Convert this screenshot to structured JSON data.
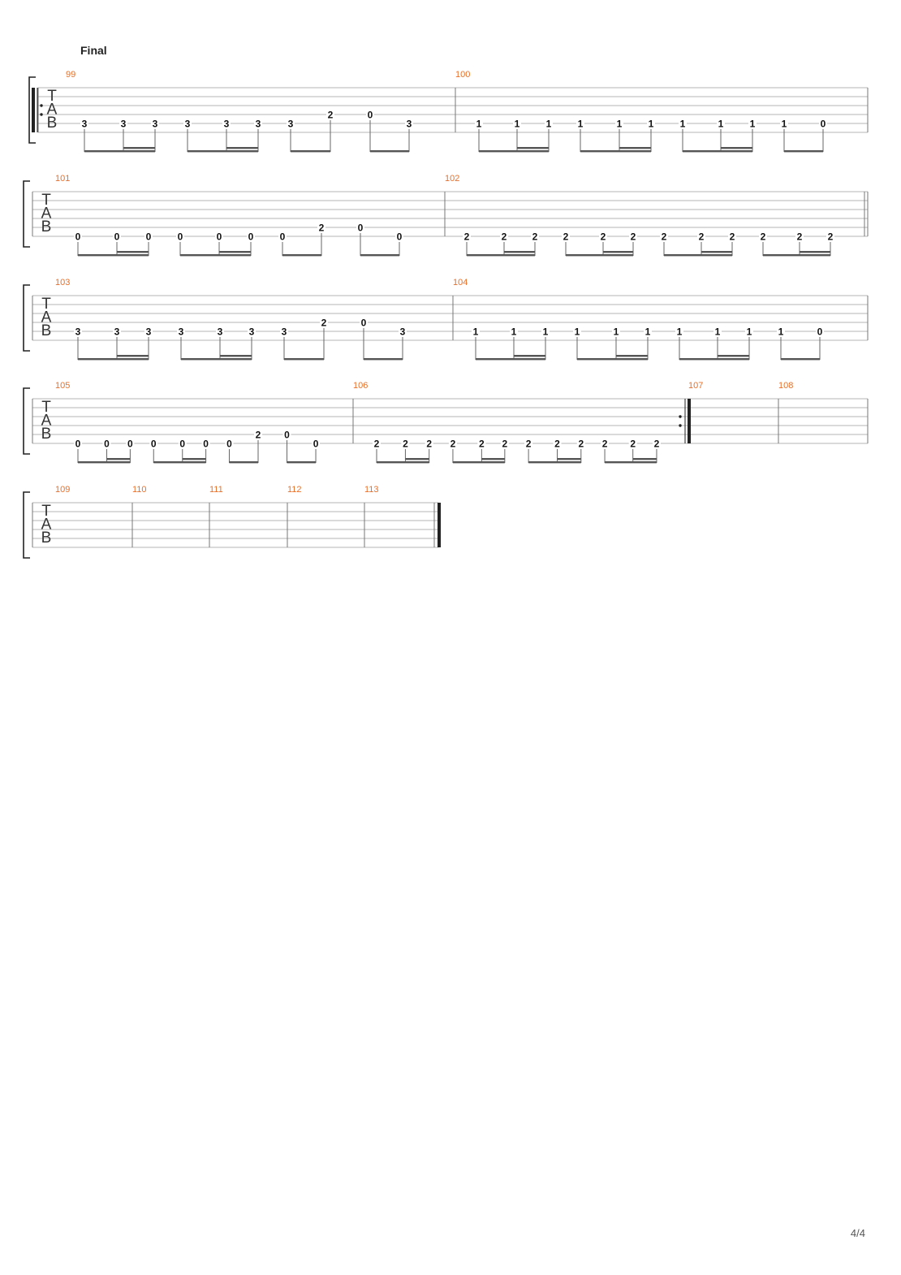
{
  "section_label": "Final",
  "tab_clef": [
    "T",
    "A",
    "B"
  ],
  "page_number": "4/4",
  "colors": {
    "bar_number": "#e8702a",
    "staff_line": "#b4b4b4",
    "notation": "#222222"
  },
  "systems": [
    {
      "repeat_start": true,
      "measures": [
        {
          "number": "99",
          "notes": [
            {
              "string": 5,
              "fret": "3"
            },
            {
              "string": 5,
              "fret": "3"
            },
            {
              "string": 5,
              "fret": "3"
            },
            {
              "string": 5,
              "fret": "3"
            },
            {
              "string": 5,
              "fret": "3"
            },
            {
              "string": 5,
              "fret": "3"
            },
            {
              "string": 5,
              "fret": "3"
            },
            {
              "string": 4,
              "fret": "2"
            },
            {
              "string": 4,
              "fret": "0"
            },
            {
              "string": 5,
              "fret": "3"
            }
          ],
          "beams": [
            [
              0,
              2,
              1
            ],
            [
              3,
              5,
              4
            ],
            [
              6,
              7,
              null
            ],
            [
              8,
              9,
              null
            ]
          ]
        },
        {
          "number": "100",
          "notes": [
            {
              "string": 5,
              "fret": "1"
            },
            {
              "string": 5,
              "fret": "1"
            },
            {
              "string": 5,
              "fret": "1"
            },
            {
              "string": 5,
              "fret": "1"
            },
            {
              "string": 5,
              "fret": "1"
            },
            {
              "string": 5,
              "fret": "1"
            },
            {
              "string": 5,
              "fret": "1"
            },
            {
              "string": 5,
              "fret": "1"
            },
            {
              "string": 5,
              "fret": "1"
            },
            {
              "string": 5,
              "fret": "1"
            },
            {
              "string": 5,
              "fret": "0"
            }
          ],
          "beams": [
            [
              0,
              2,
              1
            ],
            [
              3,
              5,
              4
            ],
            [
              6,
              8,
              7
            ],
            [
              9,
              10,
              null
            ]
          ]
        }
      ]
    },
    {
      "measures": [
        {
          "number": "101",
          "notes": [
            {
              "string": 6,
              "fret": "0"
            },
            {
              "string": 6,
              "fret": "0"
            },
            {
              "string": 6,
              "fret": "0"
            },
            {
              "string": 6,
              "fret": "0"
            },
            {
              "string": 6,
              "fret": "0"
            },
            {
              "string": 6,
              "fret": "0"
            },
            {
              "string": 6,
              "fret": "0"
            },
            {
              "string": 5,
              "fret": "2"
            },
            {
              "string": 5,
              "fret": "0"
            },
            {
              "string": 6,
              "fret": "0"
            }
          ],
          "beams": [
            [
              0,
              2,
              1
            ],
            [
              3,
              5,
              4
            ],
            [
              6,
              7,
              null
            ],
            [
              8,
              9,
              null
            ]
          ]
        },
        {
          "number": "102",
          "end_double": true,
          "notes": [
            {
              "string": 6,
              "fret": "2"
            },
            {
              "string": 6,
              "fret": "2"
            },
            {
              "string": 6,
              "fret": "2"
            },
            {
              "string": 6,
              "fret": "2"
            },
            {
              "string": 6,
              "fret": "2"
            },
            {
              "string": 6,
              "fret": "2"
            },
            {
              "string": 6,
              "fret": "2"
            },
            {
              "string": 6,
              "fret": "2"
            },
            {
              "string": 6,
              "fret": "2"
            },
            {
              "string": 6,
              "fret": "2"
            },
            {
              "string": 6,
              "fret": "2"
            },
            {
              "string": 6,
              "fret": "2"
            }
          ],
          "beams": [
            [
              0,
              2,
              1
            ],
            [
              3,
              5,
              4
            ],
            [
              6,
              8,
              7
            ],
            [
              9,
              11,
              10
            ]
          ]
        }
      ]
    },
    {
      "measures": [
        {
          "number": "103",
          "notes": [
            {
              "string": 5,
              "fret": "3"
            },
            {
              "string": 5,
              "fret": "3"
            },
            {
              "string": 5,
              "fret": "3"
            },
            {
              "string": 5,
              "fret": "3"
            },
            {
              "string": 5,
              "fret": "3"
            },
            {
              "string": 5,
              "fret": "3"
            },
            {
              "string": 5,
              "fret": "3"
            },
            {
              "string": 4,
              "fret": "2"
            },
            {
              "string": 4,
              "fret": "0"
            },
            {
              "string": 5,
              "fret": "3"
            }
          ],
          "beams": [
            [
              0,
              2,
              1
            ],
            [
              3,
              5,
              4
            ],
            [
              6,
              7,
              null
            ],
            [
              8,
              9,
              null
            ]
          ]
        },
        {
          "number": "104",
          "notes": [
            {
              "string": 5,
              "fret": "1"
            },
            {
              "string": 5,
              "fret": "1"
            },
            {
              "string": 5,
              "fret": "1"
            },
            {
              "string": 5,
              "fret": "1"
            },
            {
              "string": 5,
              "fret": "1"
            },
            {
              "string": 5,
              "fret": "1"
            },
            {
              "string": 5,
              "fret": "1"
            },
            {
              "string": 5,
              "fret": "1"
            },
            {
              "string": 5,
              "fret": "1"
            },
            {
              "string": 5,
              "fret": "1"
            },
            {
              "string": 5,
              "fret": "0"
            }
          ],
          "beams": [
            [
              0,
              2,
              1
            ],
            [
              3,
              5,
              4
            ],
            [
              6,
              8,
              7
            ],
            [
              9,
              10,
              null
            ]
          ]
        }
      ]
    },
    {
      "measures": [
        {
          "number": "105",
          "notes": [
            {
              "string": 6,
              "fret": "0"
            },
            {
              "string": 6,
              "fret": "0"
            },
            {
              "string": 6,
              "fret": "0"
            },
            {
              "string": 6,
              "fret": "0"
            },
            {
              "string": 6,
              "fret": "0"
            },
            {
              "string": 6,
              "fret": "0"
            },
            {
              "string": 6,
              "fret": "0"
            },
            {
              "string": 5,
              "fret": "2"
            },
            {
              "string": 5,
              "fret": "0"
            },
            {
              "string": 6,
              "fret": "0"
            }
          ],
          "beams": [
            [
              0,
              2,
              1
            ],
            [
              3,
              5,
              4
            ],
            [
              6,
              7,
              null
            ],
            [
              8,
              9,
              null
            ]
          ]
        },
        {
          "number": "106",
          "end_repeat": true,
          "notes": [
            {
              "string": 6,
              "fret": "2"
            },
            {
              "string": 6,
              "fret": "2"
            },
            {
              "string": 6,
              "fret": "2"
            },
            {
              "string": 6,
              "fret": "2"
            },
            {
              "string": 6,
              "fret": "2"
            },
            {
              "string": 6,
              "fret": "2"
            },
            {
              "string": 6,
              "fret": "2"
            },
            {
              "string": 6,
              "fret": "2"
            },
            {
              "string": 6,
              "fret": "2"
            },
            {
              "string": 6,
              "fret": "2"
            },
            {
              "string": 6,
              "fret": "2"
            },
            {
              "string": 6,
              "fret": "2"
            }
          ],
          "beams": [
            [
              0,
              2,
              1
            ],
            [
              3,
              5,
              4
            ],
            [
              6,
              8,
              7
            ],
            [
              9,
              11,
              10
            ]
          ]
        },
        {
          "number": "107",
          "notes": [],
          "beams": []
        },
        {
          "number": "108",
          "notes": [],
          "beams": []
        }
      ]
    },
    {
      "measures": [
        {
          "number": "109",
          "notes": [],
          "beams": []
        },
        {
          "number": "110",
          "notes": [],
          "beams": []
        },
        {
          "number": "111",
          "notes": [],
          "beams": []
        },
        {
          "number": "112",
          "notes": [],
          "beams": []
        },
        {
          "number": "113",
          "end_final": true,
          "notes": [],
          "beams": []
        }
      ]
    }
  ]
}
